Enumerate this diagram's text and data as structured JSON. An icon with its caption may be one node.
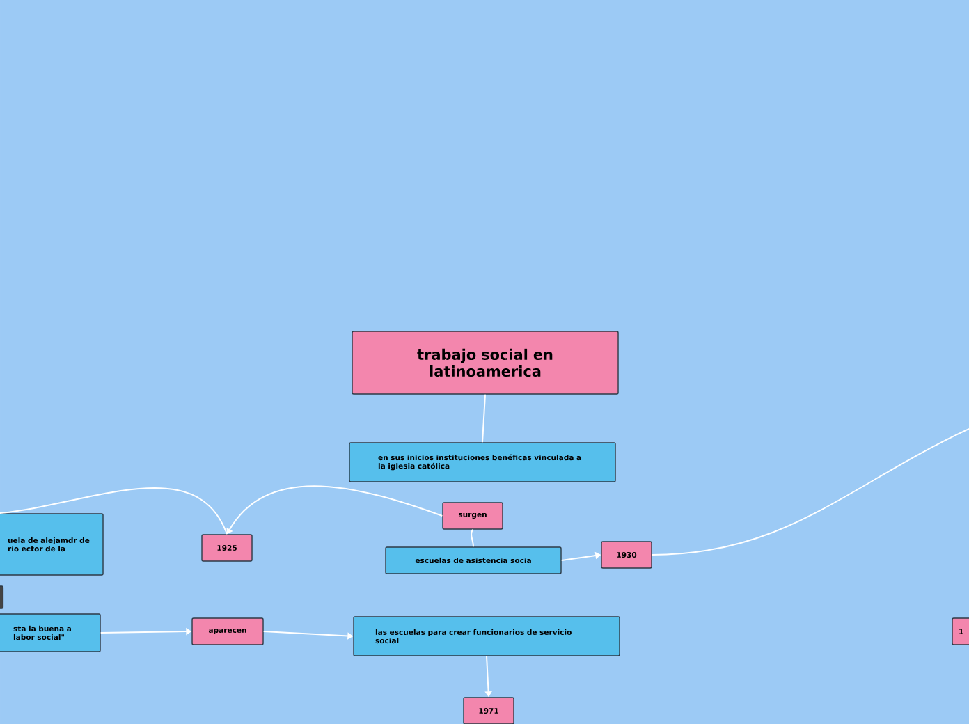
{
  "diagram": {
    "nodes": [
      {
        "text": [
          "trabajo social en latinoamerica"
        ]
      },
      {
        "text": [
          "en sus inicios instituciones benéficas vinculada a la iglesia católica"
        ]
      },
      {
        "text": [
          "uela de alejamdr de rio ector de la"
        ]
      },
      {
        "text": [
          "1925"
        ]
      },
      {
        "text": [
          "surgen"
        ]
      },
      {
        "text": [
          "escuelas de asistencia socia"
        ]
      },
      {
        "text": [
          "1930"
        ]
      },
      {
        "text": [],
        "shape": "box"
      },
      {
        "text": [
          "sta la buena a labor social\""
        ]
      },
      {
        "text": [
          "aparecen"
        ]
      },
      {
        "text": [
          "las escuelas para crear funcionarios de servicio social"
        ]
      },
      {
        "text": [
          "1971"
        ]
      },
      {
        "text": [
          "1"
        ]
      }
    ],
    "edges": [
      {
        "from": 0,
        "to": 1,
        "arrow": "none"
      },
      {
        "from": 5,
        "to": 4,
        "arrow": "none"
      },
      {
        "from": 4,
        "to": 3,
        "arrow": "to"
      },
      {
        "from": 3,
        "to": 2,
        "arrow": "none"
      },
      {
        "from": 5,
        "to": 6,
        "arrow": "to"
      },
      {
        "from": 6,
        "to": null,
        "arrow": "none"
      },
      {
        "from": 8,
        "to": 9,
        "arrow": "to"
      },
      {
        "from": 9,
        "to": 10,
        "arrow": "to"
      },
      {
        "from": 10,
        "to": 11,
        "arrow": "to"
      }
    ]
  }
}
